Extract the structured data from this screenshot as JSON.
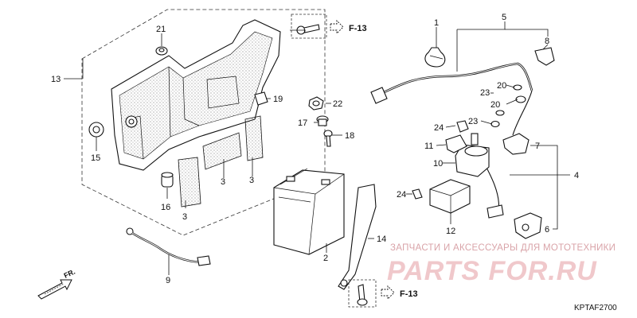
{
  "callouts": {
    "c1": "1",
    "c2": "2",
    "c3a": "3",
    "c3b": "3",
    "c3c": "3",
    "c4": "4",
    "c5": "5",
    "c6": "6",
    "c7": "7",
    "c8": "8",
    "c9": "9",
    "c10": "10",
    "c11": "11",
    "c12": "12",
    "c13": "13",
    "c14": "14",
    "c15": "15",
    "c16": "16",
    "c17": "17",
    "c18": "18",
    "c19": "19",
    "c20a": "20",
    "c20b": "20",
    "c21": "21",
    "c22": "22",
    "c23a": "23",
    "c23b": "23",
    "c24a": "24",
    "c24b": "24"
  },
  "references": {
    "top": "F-13",
    "bottom": "F-13"
  },
  "direction": "FR.",
  "diagram_code": "KPTAF2700",
  "watermark": {
    "tagline": "ЗАПЧАСТИ И АКСЕССУАРЫ ДЛЯ МОТОТЕХНИКИ",
    "brand": "PARTS FOR.RU"
  }
}
